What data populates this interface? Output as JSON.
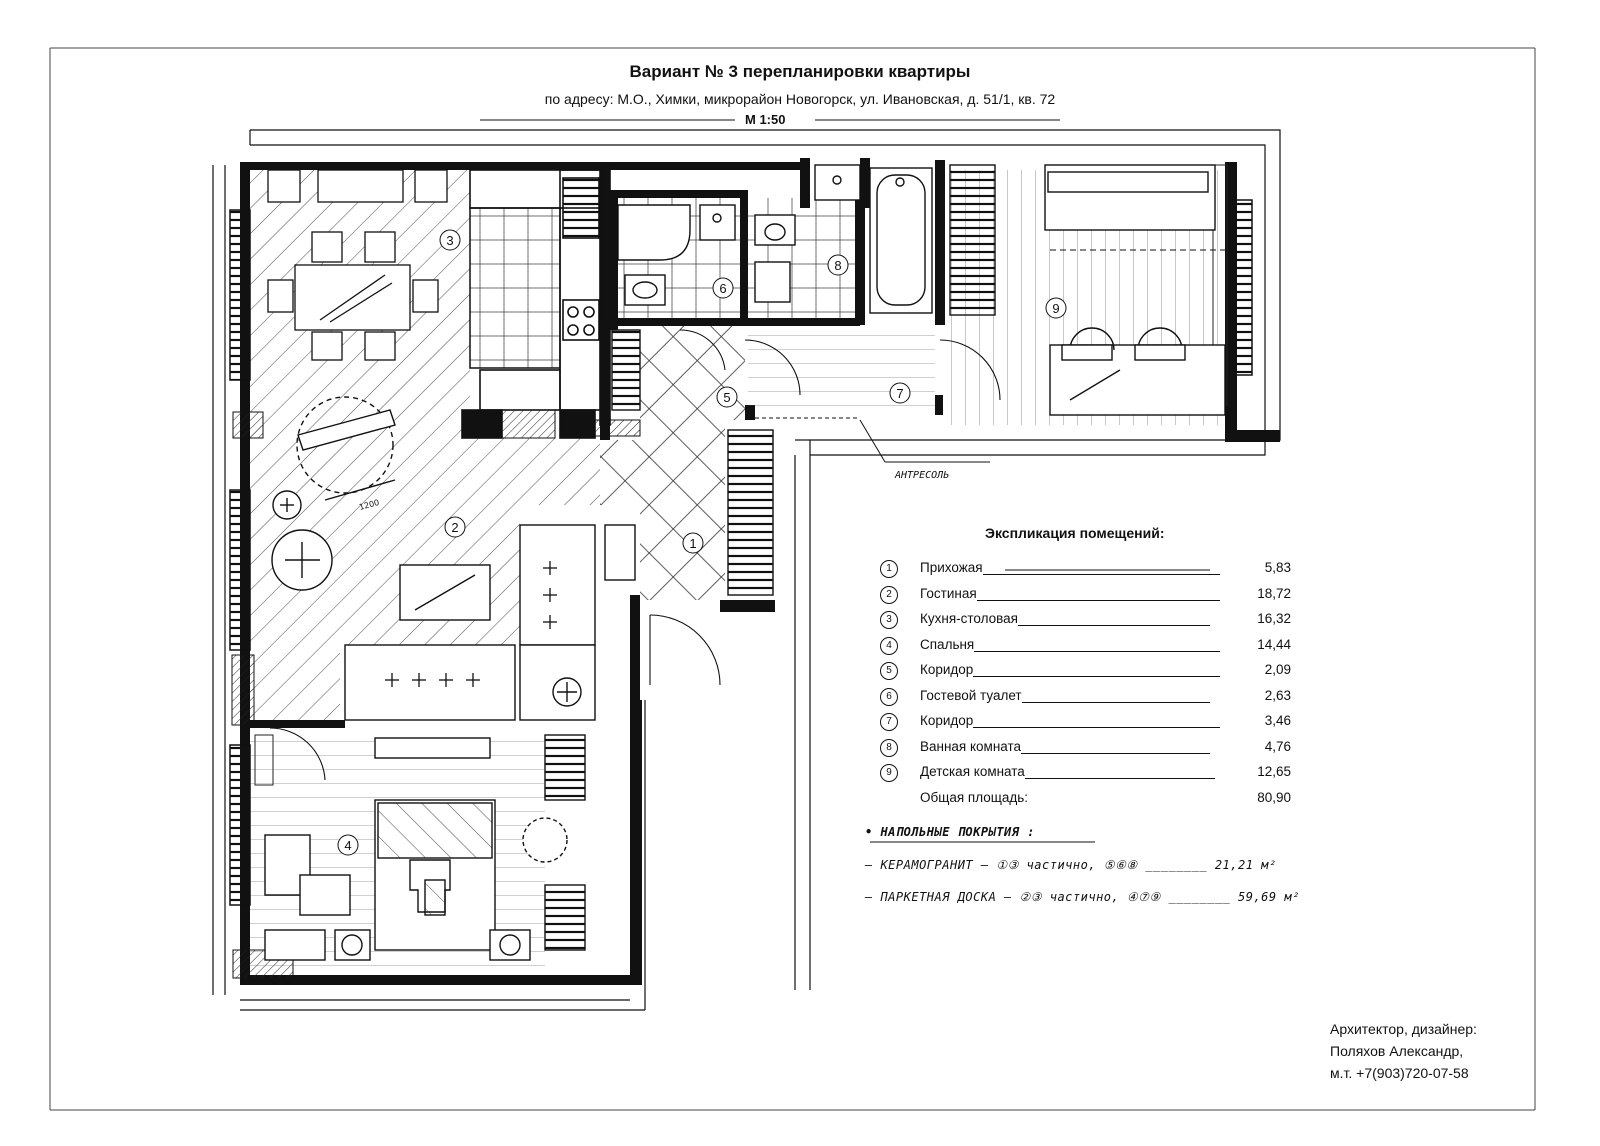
{
  "title": "Вариант № 3 перепланировки квартиры",
  "subtitle": "по адресу: М.О., Химки, микрорайон Новогорск, ул. Ивановская, д. 51/1, кв. 72",
  "scale": "М 1:50",
  "room_labels": [
    "1",
    "2",
    "3",
    "4",
    "5",
    "6",
    "7",
    "8",
    "9"
  ],
  "mezzanine_label": "АНТРЕСОЛЬ",
  "dimension_label": "1200",
  "explication": {
    "title": "Экспликация помещений:",
    "rows": [
      {
        "num": "1",
        "name": "Прихожая",
        "area": "5,83"
      },
      {
        "num": "2",
        "name": "Гостиная",
        "area": "18,72"
      },
      {
        "num": "3",
        "name": "Кухня-столовая",
        "area": "16,32"
      },
      {
        "num": "4",
        "name": "Спальня",
        "area": "14,44"
      },
      {
        "num": "5",
        "name": "Коридор",
        "area": "2,09"
      },
      {
        "num": "6",
        "name": "Гостевой туалет",
        "area": "2,63"
      },
      {
        "num": "7",
        "name": "Коридор",
        "area": "3,46"
      },
      {
        "num": "8",
        "name": "Ванная комната",
        "area": "4,76"
      },
      {
        "num": "9",
        "name": "Детская комната",
        "area": "12,65"
      }
    ],
    "total_label": "Общая площадь:",
    "total_area": "80,90"
  },
  "flooring": {
    "heading": "• НАПОЛЬНЫЕ ПОКРЫТИЯ :",
    "line1": "– КЕРАМОГРАНИТ – ①③ частично, ⑤⑥⑧ ________ 21,21 м²",
    "line2": "– ПАРКЕТНАЯ ДОСКА – ②③ частично, ④⑦⑨ ________ 59,69 м²"
  },
  "author": {
    "line1": "Архитектор, дизайнер:",
    "line2": "Поляхов Александр,",
    "line3": "м.т. +7(903)720-07-58"
  }
}
